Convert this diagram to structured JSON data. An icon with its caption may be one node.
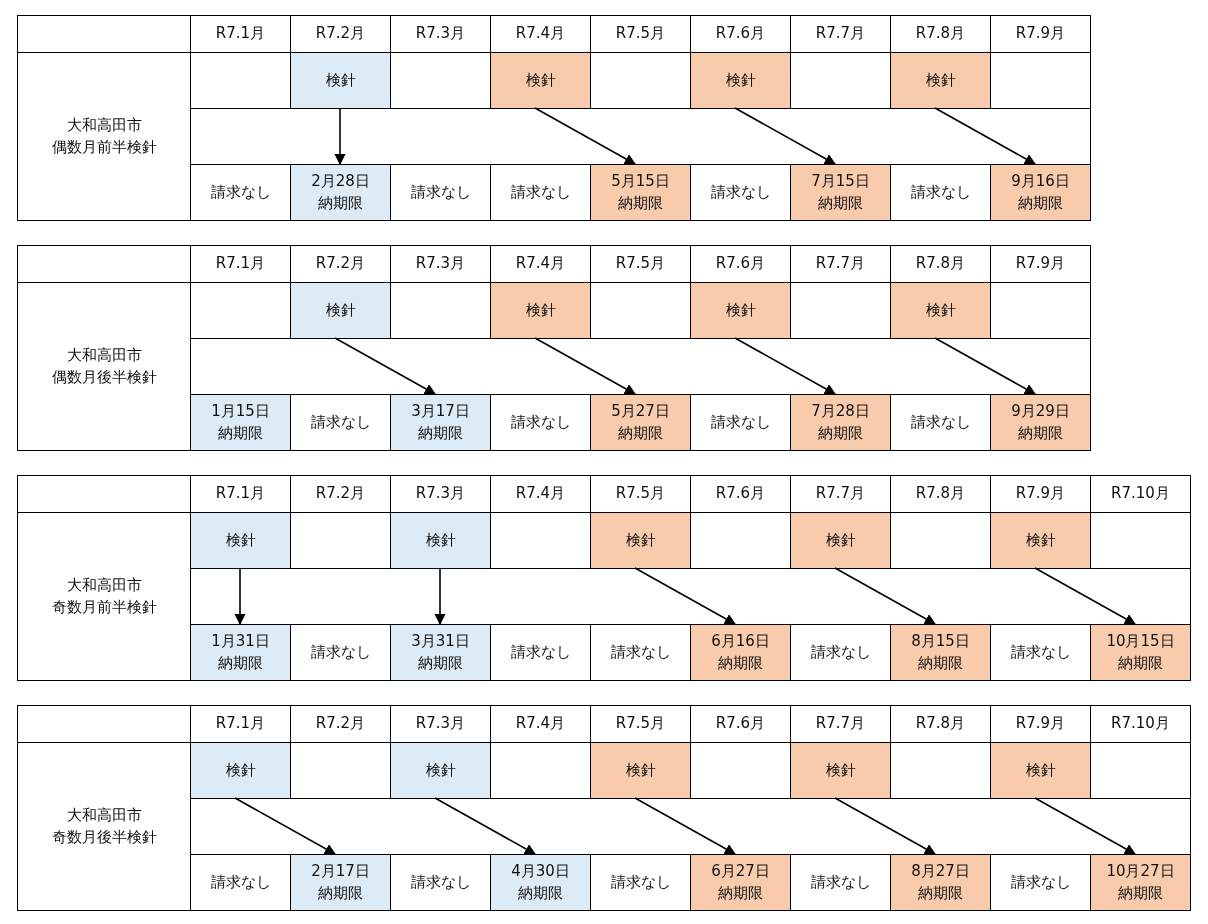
{
  "diagram": {
    "nodes": [
      {
        "text": [
          "検針"
        ]
      },
      {
        "text": [
          "検針"
        ]
      },
      {
        "text": [
          "検針"
        ]
      },
      {
        "text": [
          "検針"
        ]
      },
      {
        "text": [
          "2月28日",
          "納期限"
        ]
      },
      {
        "text": [
          "5月15日",
          "納期限"
        ]
      },
      {
        "text": [
          "7月15日",
          "納期限"
        ]
      },
      {
        "text": [
          "9月16日",
          "納期限"
        ]
      },
      {
        "text": [
          "検針"
        ]
      },
      {
        "text": [
          "検針"
        ]
      },
      {
        "text": [
          "検針"
        ]
      },
      {
        "text": [
          "検針"
        ]
      },
      {
        "text": [
          "1月15日",
          "納期限"
        ]
      },
      {
        "text": [
          "3月17日",
          "納期限"
        ]
      },
      {
        "text": [
          "5月27日",
          "納期限"
        ]
      },
      {
        "text": [
          "7月28日",
          "納期限"
        ]
      },
      {
        "text": [
          "9月29日",
          "納期限"
        ]
      },
      {
        "text": [
          "検針"
        ]
      },
      {
        "text": [
          "検針"
        ]
      },
      {
        "text": [
          "検針"
        ]
      },
      {
        "text": [
          "検針"
        ]
      },
      {
        "text": [
          "検針"
        ]
      },
      {
        "text": [
          "1月31日",
          "納期限"
        ]
      },
      {
        "text": [
          "3月31日",
          "納期限"
        ]
      },
      {
        "text": [
          "6月16日",
          "納期限"
        ]
      },
      {
        "text": [
          "8月15日",
          "納期限"
        ]
      },
      {
        "text": [
          "10月15日",
          "納期限"
        ]
      },
      {
        "text": [
          "検針"
        ]
      },
      {
        "text": [
          "検針"
        ]
      },
      {
        "text": [
          "検針"
        ]
      },
      {
        "text": [
          "検針"
        ]
      },
      {
        "text": [
          "検針"
        ]
      },
      {
        "text": [
          "2月17日",
          "納期限"
        ]
      },
      {
        "text": [
          "4月30日",
          "納期限"
        ]
      },
      {
        "text": [
          "6月27日",
          "納期限"
        ]
      },
      {
        "text": [
          "8月27日",
          "納期限"
        ]
      },
      {
        "text": [
          "10月27日",
          "納期限"
        ]
      }
    ],
    "edges": [
      {
        "from": 0,
        "to": 4,
        "arrow": "to"
      },
      {
        "from": 1,
        "to": 5,
        "arrow": "to"
      },
      {
        "from": 2,
        "to": 6,
        "arrow": "to"
      },
      {
        "from": 3,
        "to": 7,
        "arrow": "to"
      },
      {
        "from": 8,
        "to": 13,
        "arrow": "to"
      },
      {
        "from": 9,
        "to": 14,
        "arrow": "to"
      },
      {
        "from": 10,
        "to": 15,
        "arrow": "to"
      },
      {
        "from": 11,
        "to": 16,
        "arrow": "to"
      },
      {
        "from": 17,
        "to": 22,
        "arrow": "to"
      },
      {
        "from": 18,
        "to": 23,
        "arrow": "to"
      },
      {
        "from": 19,
        "to": 24,
        "arrow": "to"
      },
      {
        "from": 20,
        "to": 25,
        "arrow": "to"
      },
      {
        "from": 21,
        "to": 26,
        "arrow": "to"
      },
      {
        "from": 27,
        "to": 32,
        "arrow": "to"
      },
      {
        "from": 28,
        "to": 33,
        "arrow": "to"
      },
      {
        "from": 29,
        "to": 34,
        "arrow": "to"
      },
      {
        "from": 30,
        "to": 35,
        "arrow": "to"
      },
      {
        "from": 31,
        "to": 36,
        "arrow": "to"
      }
    ],
    "labels": [
      "R7.1月",
      "R7.2月",
      "R7.3月",
      "R7.4月",
      "R7.5月",
      "R7.6月",
      "R7.7月",
      "R7.8月",
      "R7.9月",
      "大和高田市",
      "偶数月前半検針",
      "請求なし",
      "請求なし",
      "請求なし",
      "請求なし",
      "請求なし",
      "R7.1月",
      "R7.2月",
      "R7.3月",
      "R7.4月",
      "R7.5月",
      "R7.6月",
      "R7.7月",
      "R7.8月",
      "R7.9月",
      "大和高田市",
      "偶数月後半検針",
      "請求なし",
      "請求なし",
      "請求なし",
      "請求なし",
      "R7.1月",
      "R7.2月",
      "R7.3月",
      "R7.4月",
      "R7.5月",
      "R7.6月",
      "R7.7月",
      "R7.8月",
      "R7.9月",
      "R7.10月",
      "大和高田市",
      "奇数月前半検針",
      "請求なし",
      "請求なし",
      "請求なし",
      "請求なし",
      "請求なし",
      "R7.1月",
      "R7.2月",
      "R7.3月",
      "R7.4月",
      "R7.5月",
      "R7.6月",
      "R7.7月",
      "R7.8月",
      "R7.9月",
      "R7.10月",
      "大和高田市",
      "奇数月後半検針",
      "請求なし",
      "請求なし",
      "請求なし",
      "請求なし",
      "請求なし"
    ]
  }
}
